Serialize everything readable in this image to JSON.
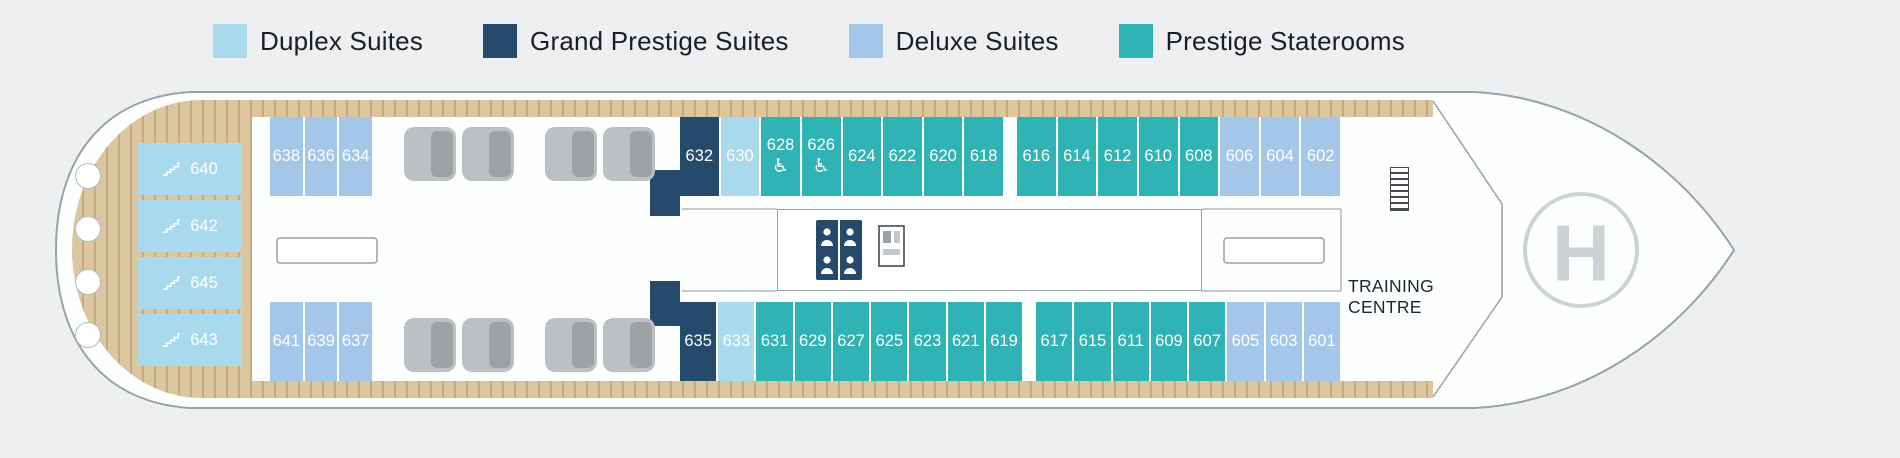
{
  "legend": {
    "items": [
      {
        "id": "duplex",
        "label": "Duplex Suites",
        "color": "#a9d9ec"
      },
      {
        "id": "grand",
        "label": "Grand Prestige Suites",
        "color": "#264a6b"
      },
      {
        "id": "deluxe",
        "label": "Deluxe Suites",
        "color": "#a3c6e9"
      },
      {
        "id": "prestige",
        "label": "Prestige Staterooms",
        "color": "#2fb3b5"
      }
    ]
  },
  "deck": {
    "icons": {
      "wheelchair_glyph": "♿",
      "stairs": "stairs-icon",
      "elevator": "elevator-icon",
      "restroom": "restroom-icon",
      "helipad": "helipad-icon"
    },
    "duplex_column": [
      {
        "number": "640",
        "type": "duplex"
      },
      {
        "number": "642",
        "type": "duplex"
      },
      {
        "number": "645",
        "type": "duplex"
      },
      {
        "number": "643",
        "type": "duplex"
      }
    ],
    "top_row_aft": [
      {
        "number": "638",
        "type": "deluxe"
      },
      {
        "number": "636",
        "type": "deluxe"
      },
      {
        "number": "634",
        "type": "deluxe"
      }
    ],
    "bottom_row_aft": [
      {
        "number": "641",
        "type": "deluxe"
      },
      {
        "number": "639",
        "type": "deluxe"
      },
      {
        "number": "637",
        "type": "deluxe"
      }
    ],
    "top_row": [
      {
        "number": "632",
        "type": "grand"
      },
      {
        "number": "630",
        "type": "duplex"
      },
      {
        "number": "628",
        "type": "prestige",
        "accessible": true
      },
      {
        "number": "626",
        "type": "prestige",
        "accessible": true
      },
      {
        "number": "624",
        "type": "prestige"
      },
      {
        "number": "622",
        "type": "prestige"
      },
      {
        "number": "620",
        "type": "prestige"
      },
      {
        "number": "618",
        "type": "prestige"
      },
      {
        "divider": true
      },
      {
        "number": "616",
        "type": "prestige"
      },
      {
        "number": "614",
        "type": "prestige"
      },
      {
        "number": "612",
        "type": "prestige"
      },
      {
        "number": "610",
        "type": "prestige"
      },
      {
        "number": "608",
        "type": "prestige"
      },
      {
        "number": "606",
        "type": "deluxe"
      },
      {
        "number": "604",
        "type": "deluxe"
      },
      {
        "number": "602",
        "type": "deluxe"
      }
    ],
    "bottom_row": [
      {
        "number": "635",
        "type": "grand"
      },
      {
        "number": "633",
        "type": "duplex"
      },
      {
        "number": "631",
        "type": "prestige"
      },
      {
        "number": "629",
        "type": "prestige"
      },
      {
        "number": "627",
        "type": "prestige"
      },
      {
        "number": "625",
        "type": "prestige"
      },
      {
        "number": "623",
        "type": "prestige"
      },
      {
        "number": "621",
        "type": "prestige"
      },
      {
        "number": "619",
        "type": "prestige"
      },
      {
        "divider": true
      },
      {
        "number": "617",
        "type": "prestige"
      },
      {
        "number": "615",
        "type": "prestige"
      },
      {
        "number": "611",
        "type": "prestige"
      },
      {
        "number": "609",
        "type": "prestige"
      },
      {
        "number": "607",
        "type": "prestige"
      },
      {
        "number": "605",
        "type": "deluxe"
      },
      {
        "number": "603",
        "type": "deluxe"
      },
      {
        "number": "601",
        "type": "deluxe"
      }
    ],
    "labels": {
      "training_centre": "TRAINING CENTRE",
      "helipad_letter": "H"
    }
  }
}
